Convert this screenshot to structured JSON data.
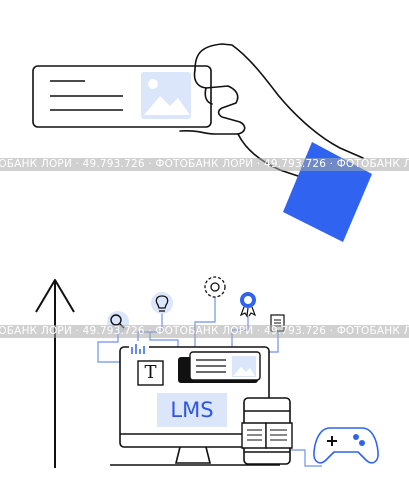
{
  "watermark": {
    "text": "ФОТОБАНК ЛОРИ · 49.793.726 · ФОТОБАНК ЛОРИ · 49.793.726 · ФОТОБАНК ЛОРИ · 49.793.726 · ФОТОБАНК ЛОРИ"
  },
  "illustration": {
    "monitor_label": "LMS",
    "text_tool_glyph": "T"
  },
  "icons": [
    "hand-holding-card-icon",
    "image-placeholder-icon",
    "arrow-up-icon",
    "magnifier-icon",
    "bar-chart-icon",
    "lightbulb-icon",
    "gear-icon",
    "award-badge-icon",
    "document-icon",
    "open-book-icon",
    "tablet-icon",
    "gamepad-icon",
    "monitor-icon"
  ],
  "colors": {
    "accent_blue": "#2f63f0",
    "light_blue": "#dbe6fb",
    "line_blue": "#6f8ff0",
    "outline": "#111111"
  }
}
